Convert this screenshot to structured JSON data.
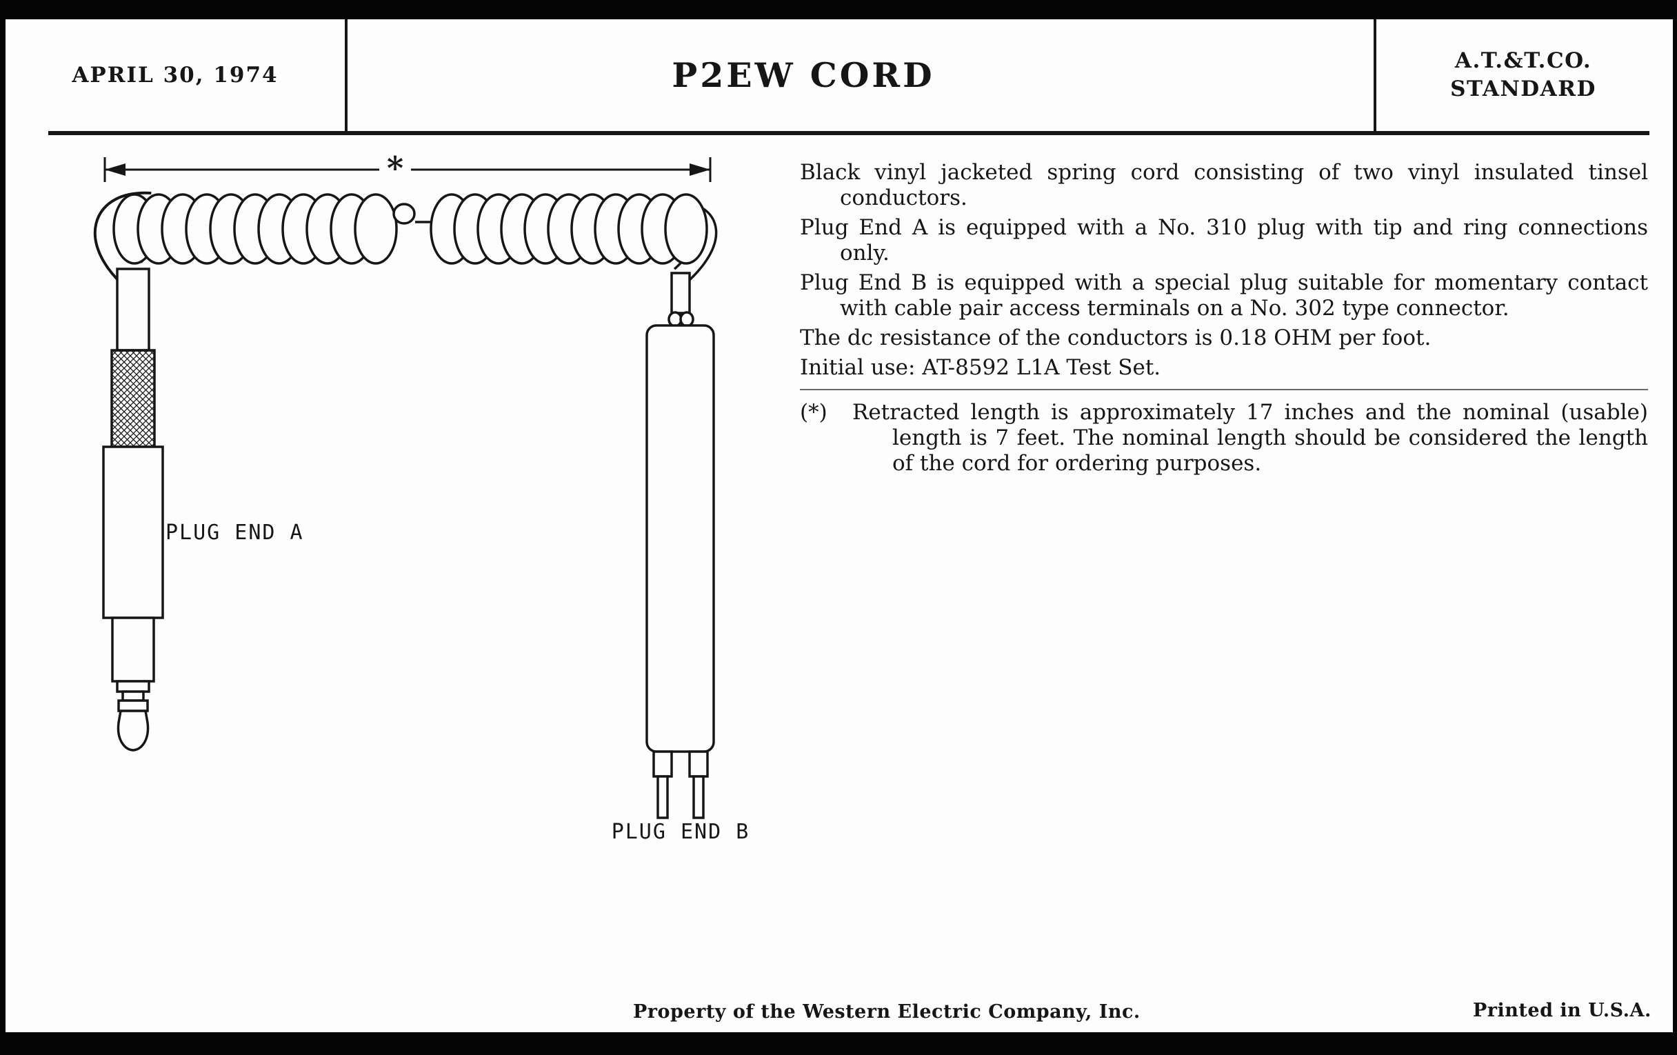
{
  "header": {
    "date": "APRIL 30, 1974",
    "title": "P2EW CORD",
    "org": "A.T.&T.CO.",
    "standard": "STANDARD"
  },
  "diagram": {
    "dimension_marker": "*",
    "plug_a_label": "PLUG END A",
    "plug_b_label": "PLUG END B"
  },
  "description": {
    "paragraphs": [
      "Black vinyl jacketed spring cord consisting of two vinyl insulated tinsel conductors.",
      "Plug End A is equipped with a No. 310 plug with tip and ring connections only.",
      "Plug End B is equipped with a special plug suitable for momentary contact with cable pair access terminals on a No. 302 type connector.",
      "The dc resistance of the conductors is 0.18 OHM per foot.",
      "Initial use: AT-8592 L1A Test Set."
    ],
    "footnote_marker": "(*)",
    "footnote": "Retracted length is approximately 17 inches and the nominal (usable) length is 7 feet. The nominal length should be considered the length of the cord for ordering purposes."
  },
  "footer": {
    "property_notice": "Property of the Western Electric Company, Inc.",
    "printed_notice": "Printed in U.S.A."
  }
}
